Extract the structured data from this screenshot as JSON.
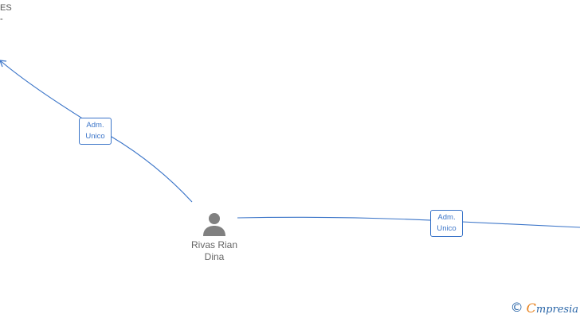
{
  "diagram": {
    "top_left_fragment": {
      "line1": "ES",
      "line2": "-"
    },
    "nodes": [
      {
        "id": "rivas-rian-dina",
        "type": "person",
        "name_line1": "Rivas Rian",
        "name_line2": "Dina"
      }
    ],
    "edges": [
      {
        "label_line1": "Adm.",
        "label_line2": "Unico"
      },
      {
        "label_line1": "Adm.",
        "label_line2": "Unico"
      }
    ]
  },
  "colors": {
    "edge": "#3a74c8",
    "node_icon": "#808080",
    "node_text": "#666666",
    "brand": "#2a66a8",
    "brand_accent": "#e8821e"
  },
  "branding": {
    "copyright_symbol": "©",
    "logo_first_letter": "C",
    "logo_rest": "mpresia"
  }
}
